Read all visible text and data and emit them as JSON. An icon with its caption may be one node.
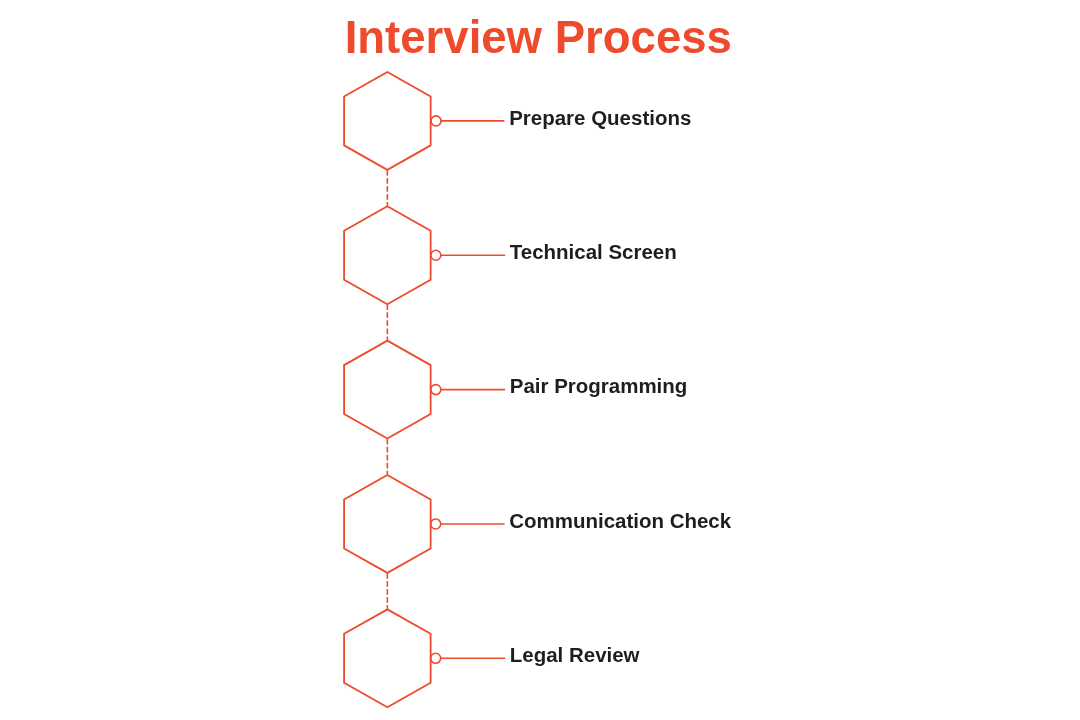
{
  "diagram": {
    "title": "Interview Process",
    "nodes": [
      {
        "text": [],
        "shape": "hexagon"
      },
      {
        "text": [
          "Prepare Questions"
        ]
      },
      {
        "text": [],
        "shape": "hexagon"
      },
      {
        "text": [
          "Technical Screen"
        ]
      },
      {
        "text": [],
        "shape": "hexagon"
      },
      {
        "text": [
          "Pair Programming"
        ]
      },
      {
        "text": [],
        "shape": "hexagon"
      },
      {
        "text": [
          "Communication Check"
        ]
      },
      {
        "text": [],
        "shape": "hexagon"
      },
      {
        "text": [
          "Legal Review"
        ]
      }
    ],
    "edges": [
      {
        "from": 0,
        "to": 1,
        "arrow": "other"
      },
      {
        "from": 0,
        "to": 2,
        "arrow": "none",
        "style": "dashed"
      },
      {
        "from": 2,
        "to": 3,
        "arrow": "other"
      },
      {
        "from": 2,
        "to": 4,
        "arrow": "none",
        "style": "dashed"
      },
      {
        "from": 4,
        "to": 5,
        "arrow": "other"
      },
      {
        "from": 4,
        "to": 6,
        "arrow": "none",
        "style": "dashed"
      },
      {
        "from": 6,
        "to": 7,
        "arrow": "other"
      },
      {
        "from": 6,
        "to": 8,
        "arrow": "none",
        "style": "dashed"
      },
      {
        "from": 8,
        "to": 9,
        "arrow": "other"
      }
    ]
  }
}
